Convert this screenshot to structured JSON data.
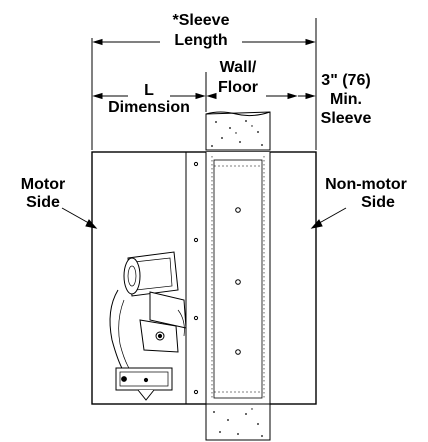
{
  "labels": {
    "sleeve_length_line1": "*Sleeve",
    "sleeve_length_line2": "Length",
    "wall_floor_line1": "Wall/",
    "wall_floor_line2": "Floor",
    "l_dimension_line1": "L",
    "l_dimension_line2": "Dimension",
    "min_sleeve_line1": "3\" (76)",
    "min_sleeve_line2": "Min.",
    "min_sleeve_line3": "Sleeve",
    "motor_side_line1": "Motor",
    "motor_side_line2": "Side",
    "non_motor_side_line1": "Non-motor",
    "non_motor_side_line2": "Side"
  },
  "colors": {
    "ink": "#000000",
    "background": "#ffffff"
  }
}
